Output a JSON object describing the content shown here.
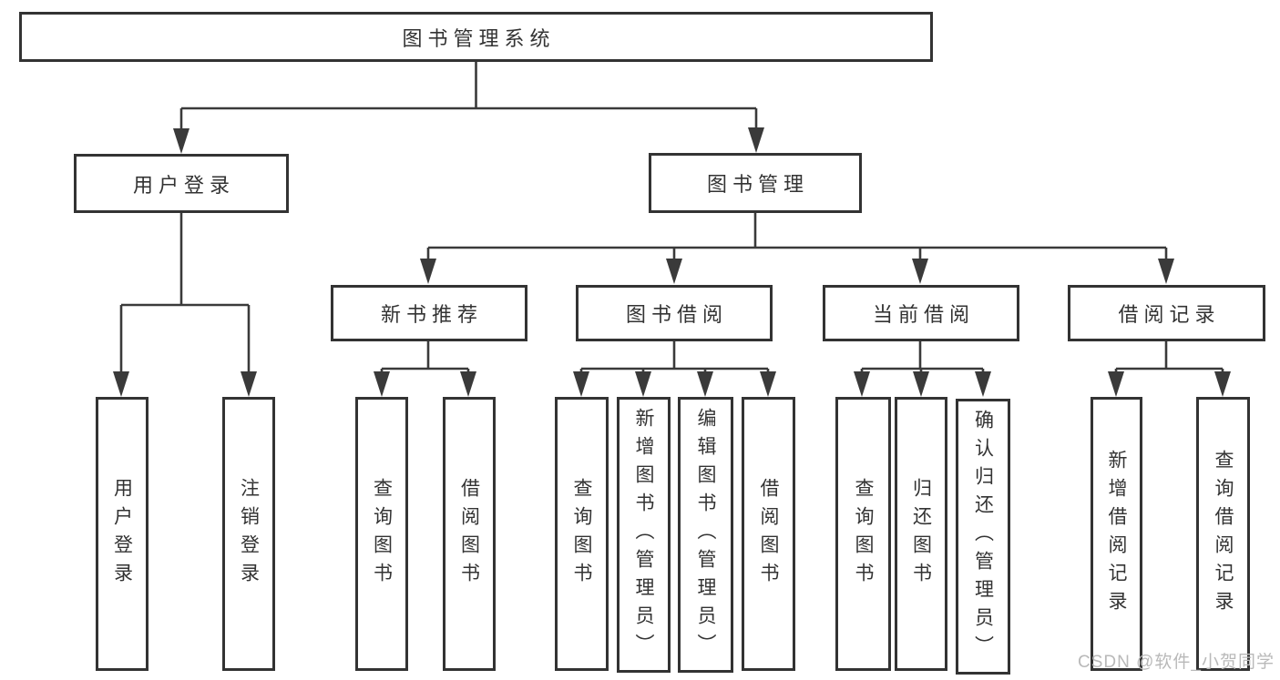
{
  "diagram": {
    "root_label": "图书管理系统",
    "user_login": {
      "label": "用户登录",
      "children": {
        "login": "用户登录",
        "logout": "注销登录"
      }
    },
    "book_management": {
      "label": "图书管理",
      "new_book_recommend": {
        "label": "新书推荐",
        "children": {
          "query_book": "查询图书",
          "borrow_book": "借阅图书"
        }
      },
      "book_borrow": {
        "label": "图书借阅",
        "children": {
          "query_book": "查询图书",
          "add_book": "新增图书（管理员）",
          "edit_book": "编辑图书（管理员）",
          "borrow_book": "借阅图书"
        }
      },
      "current_borrow": {
        "label": "当前借阅",
        "children": {
          "query_book": "查询图书",
          "return_book": "归还图书",
          "confirm_return": "确认归还（管理员）"
        }
      },
      "borrow_records": {
        "label": "借阅记录",
        "children": {
          "add_borrow_record": "新增借阅记录",
          "query_borrow_record": "查询借阅记录"
        }
      }
    }
  },
  "watermark": {
    "text": "CSDN @软件_小贺同学"
  },
  "colors": {
    "line": "#3a3a3a",
    "box_border": "#333333",
    "text": "#333333",
    "watermark": "#b9b9b9",
    "background": "#ffffff"
  }
}
